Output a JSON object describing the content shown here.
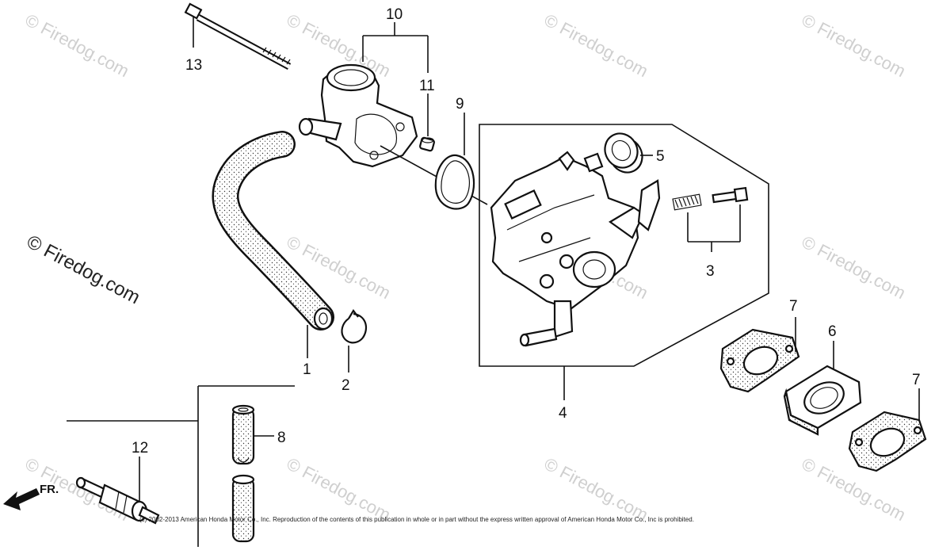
{
  "callouts": {
    "c1": "1",
    "c2": "2",
    "c3": "3",
    "c4": "4",
    "c5": "5",
    "c6": "6",
    "c7a": "7",
    "c7b": "7",
    "c8": "8",
    "c9": "9",
    "c10": "10",
    "c11": "11",
    "c12": "12",
    "c13": "13"
  },
  "watermark": "© Firedog.com",
  "watermark_left": "© Firedog.com",
  "direction_label": "FR.",
  "copyright": "(c) 2002-2013 American Honda Motor Co., Inc. Reproduction of the contents of this publication in whole or in part without the express written approval of American Honda Motor Co., Inc is prohibited.",
  "colors": {
    "ink": "#111111",
    "watermark": "#cfcfcf",
    "background": "#ffffff"
  }
}
